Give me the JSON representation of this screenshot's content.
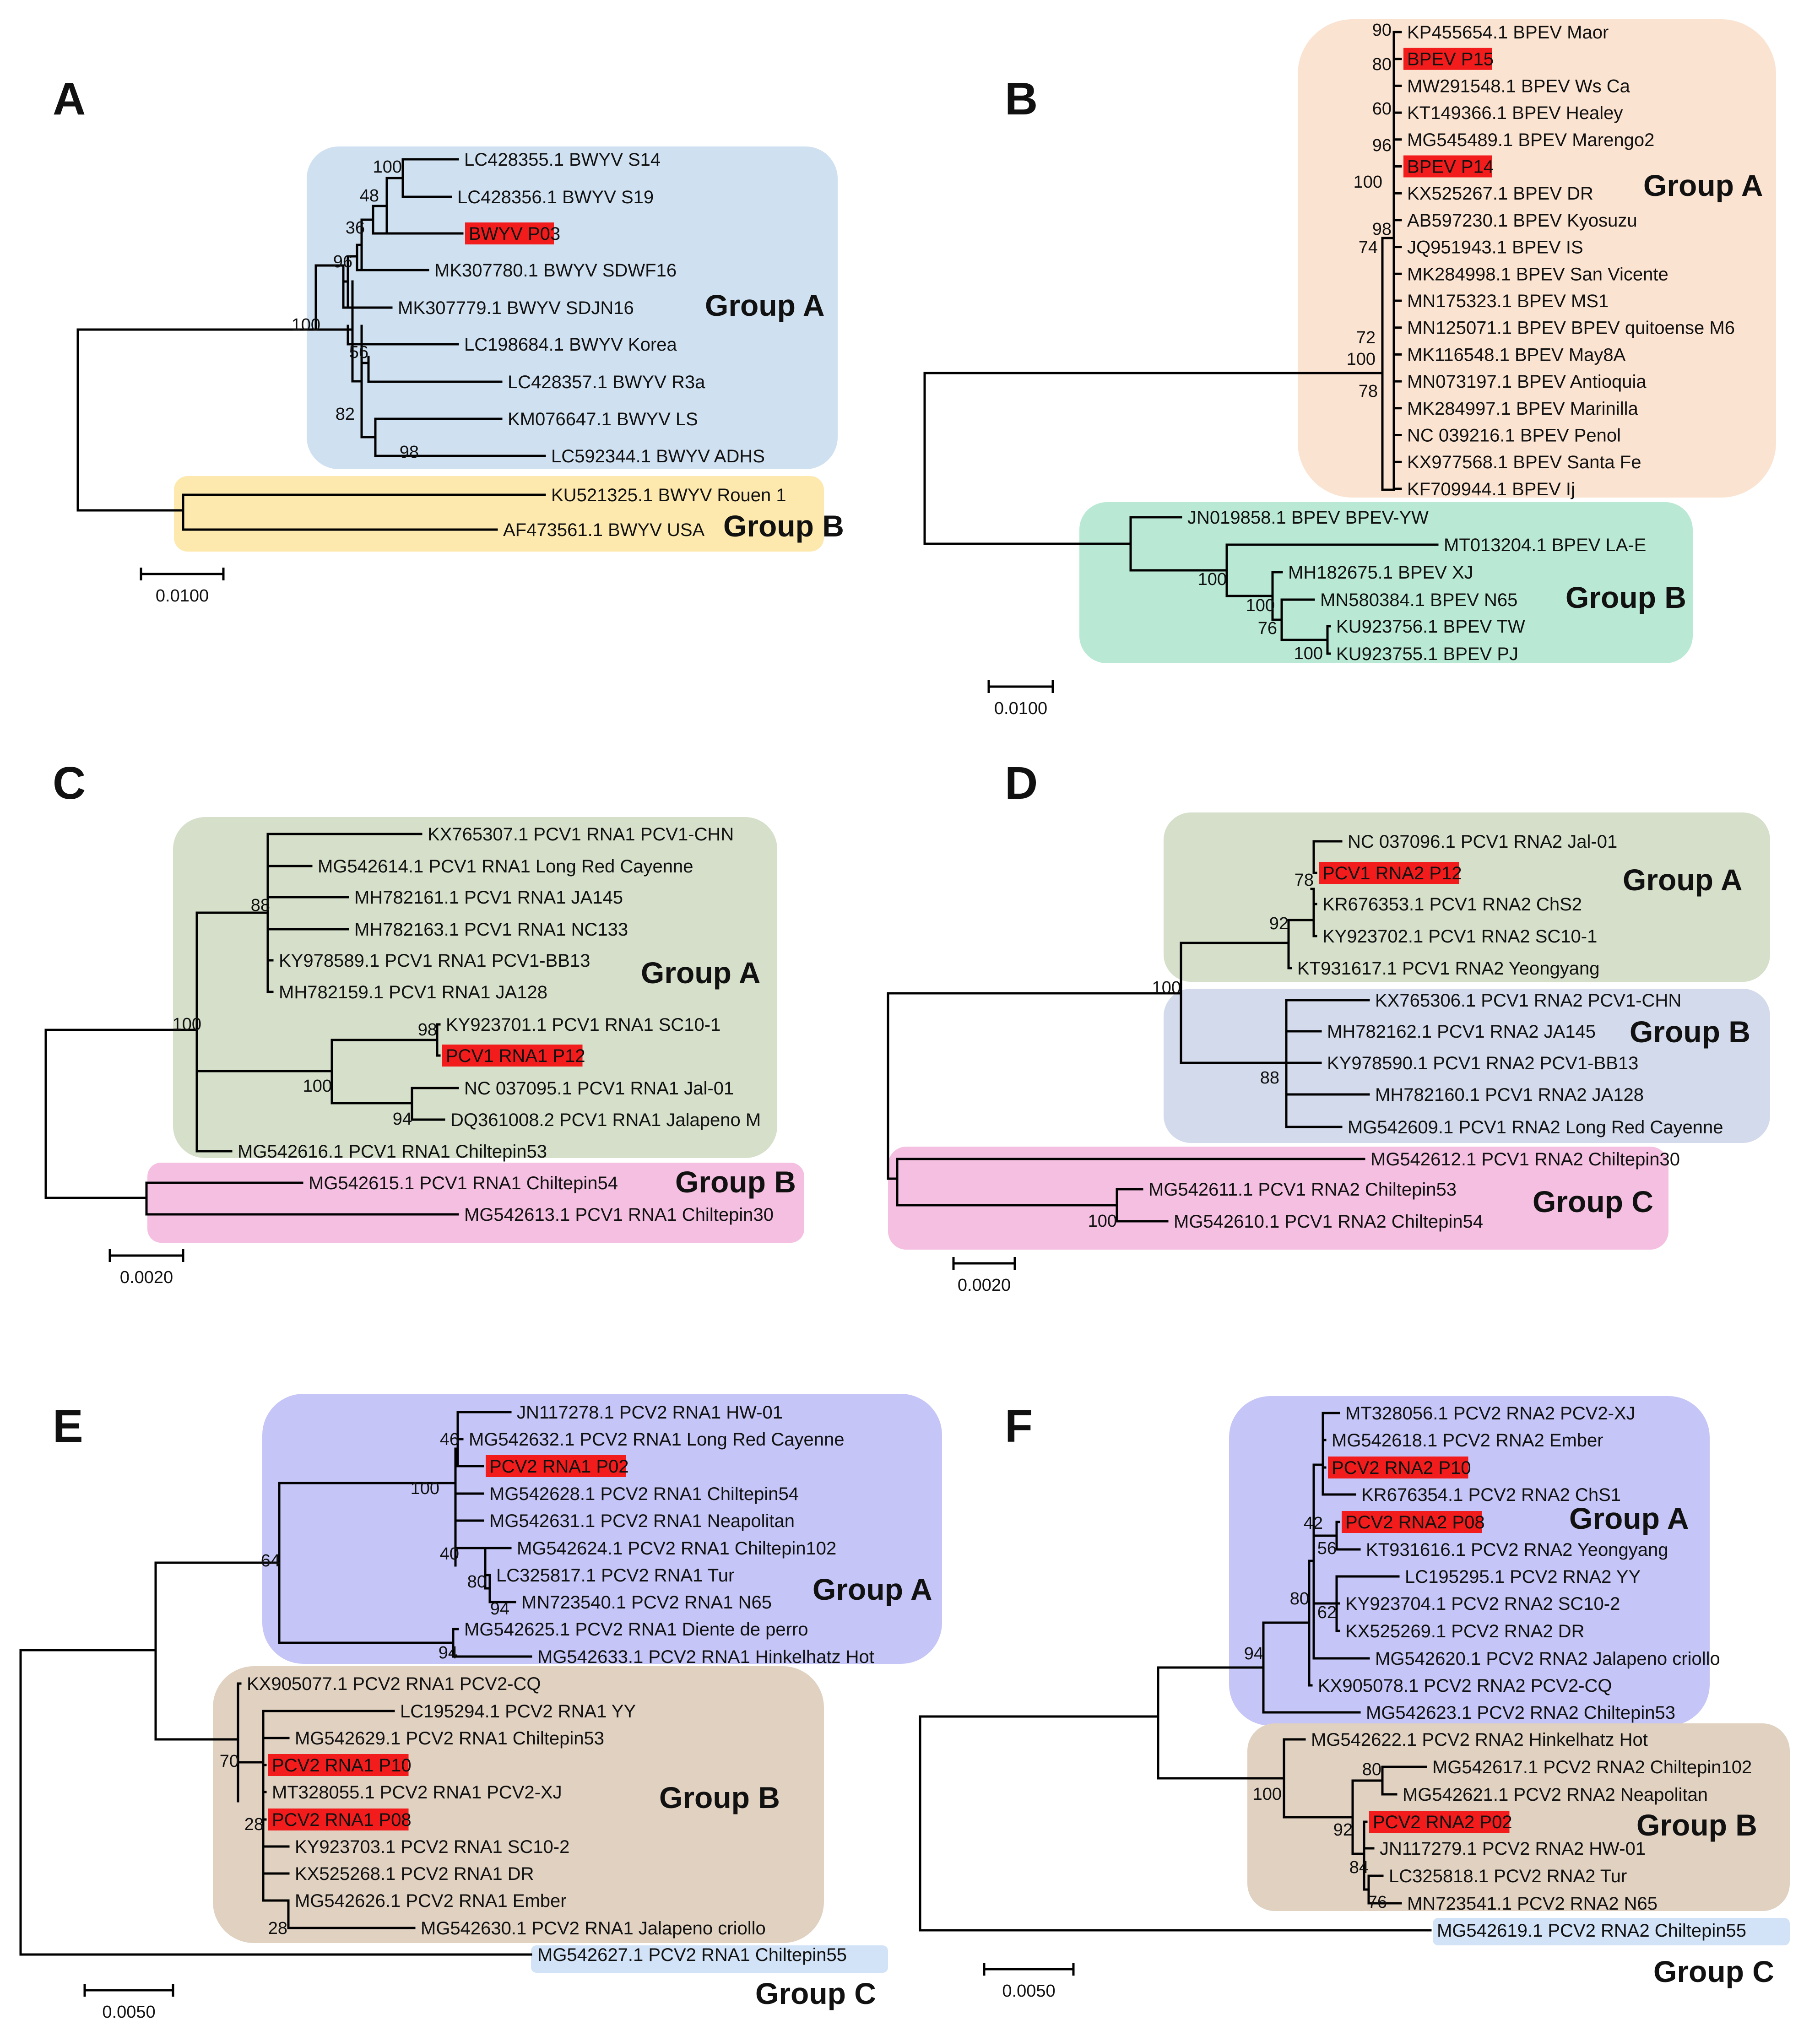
{
  "colors": {
    "blue": "#cfe0f1",
    "yellow": "#fde9ae",
    "peach": "#fbe3d1",
    "mint": "#b9e9d5",
    "sage": "#d5dfc9",
    "pink": "#f4bfe0",
    "lavender": "#d3daeb",
    "violet": "#c5c5f7",
    "tan": "#e0d1c1",
    "lightblue": "#d2e3f7",
    "highlight": "#f21c1c"
  },
  "panels": [
    {
      "id": "A",
      "scale": "0.0100",
      "groups": [
        {
          "name": "Group A",
          "color": "blue"
        },
        {
          "name": "Group B",
          "color": "yellow"
        }
      ],
      "leaves": [
        {
          "label": "LC428355.1 BWYV S14"
        },
        {
          "label": "LC428356.1 BWYV S19"
        },
        {
          "label": "BWYV P03",
          "hl": true
        },
        {
          "label": "MK307780.1 BWYV SDWF16"
        },
        {
          "label": "MK307779.1 BWYV SDJN16"
        },
        {
          "label": "LC198684.1 BWYV Korea"
        },
        {
          "label": "LC428357.1 BWYV R3a"
        },
        {
          "label": "KM076647.1 BWYV LS"
        },
        {
          "label": "LC592344.1 BWYV ADHS"
        },
        {
          "label": "KU521325.1 BWYV Rouen 1"
        },
        {
          "label": "AF473561.1 BWYV USA"
        }
      ],
      "bootstrap": [
        "100",
        "48",
        "36",
        "96",
        "100",
        "56",
        "82",
        "98"
      ]
    },
    {
      "id": "B",
      "scale": "0.0100",
      "groups": [
        {
          "name": "Group A",
          "color": "peach"
        },
        {
          "name": "Group B",
          "color": "mint"
        }
      ],
      "leaves": [
        {
          "label": "KP455654.1 BPEV Maor"
        },
        {
          "label": "BPEV P15",
          "hl": true
        },
        {
          "label": "MW291548.1 BPEV Ws Ca"
        },
        {
          "label": "KT149366.1 BPEV Healey"
        },
        {
          "label": "MG545489.1 BPEV Marengo2"
        },
        {
          "label": "BPEV P14",
          "hl": true
        },
        {
          "label": "KX525267.1 BPEV DR"
        },
        {
          "label": "AB597230.1 BPEV Kyosuzu"
        },
        {
          "label": "JQ951943.1 BPEV IS"
        },
        {
          "label": "MK284998.1 BPEV San Vicente"
        },
        {
          "label": "MN175323.1 BPEV MS1"
        },
        {
          "label": "MN125071.1 BPEV BPEV quitoense M6"
        },
        {
          "label": "MK116548.1 BPEV May8A"
        },
        {
          "label": "MN073197.1 BPEV Antioquia"
        },
        {
          "label": "MK284997.1 BPEV Marinilla"
        },
        {
          "label": "NC 039216.1 BPEV Penol"
        },
        {
          "label": "KX977568.1 BPEV Santa Fe"
        },
        {
          "label": "KF709944.1 BPEV Ij"
        },
        {
          "label": "JN019858.1 BPEV BPEV-YW"
        },
        {
          "label": "MT013204.1 BPEV LA-E"
        },
        {
          "label": "MH182675.1 BPEV XJ"
        },
        {
          "label": "MN580384.1 BPEV N65"
        },
        {
          "label": "KU923756.1 BPEV TW"
        },
        {
          "label": "KU923755.1 BPEV PJ"
        }
      ],
      "bootstrap": [
        "90",
        "80",
        "60",
        "96",
        "100",
        "98",
        "74",
        "72",
        "100",
        "78",
        "100",
        "100",
        "76",
        "100"
      ]
    },
    {
      "id": "C",
      "scale": "0.0020",
      "groups": [
        {
          "name": "Group A",
          "color": "sage"
        },
        {
          "name": "Group B",
          "color": "pink"
        }
      ],
      "leaves": [
        {
          "label": "KX765307.1 PCV1 RNA1 PCV1-CHN"
        },
        {
          "label": "MG542614.1 PCV1 RNA1 Long Red Cayenne"
        },
        {
          "label": "MH782161.1 PCV1 RNA1 JA145"
        },
        {
          "label": "MH782163.1 PCV1 RNA1 NC133"
        },
        {
          "label": "KY978589.1 PCV1 RNA1 PCV1-BB13"
        },
        {
          "label": "MH782159.1 PCV1 RNA1 JA128"
        },
        {
          "label": "KY923701.1 PCV1 RNA1 SC10-1"
        },
        {
          "label": "PCV1 RNA1 P12",
          "hl": true
        },
        {
          "label": "NC 037095.1 PCV1 RNA1 Jal-01"
        },
        {
          "label": "DQ361008.2 PCV1 RNA1 Jalapeno M"
        },
        {
          "label": "MG542616.1 PCV1 RNA1 Chiltepin53"
        },
        {
          "label": "MG542615.1 PCV1 RNA1 Chiltepin54"
        },
        {
          "label": "MG542613.1 PCV1 RNA1 Chiltepin30"
        }
      ],
      "bootstrap": [
        "88",
        "100",
        "98",
        "100",
        "94"
      ]
    },
    {
      "id": "D",
      "scale": "0.0020",
      "groups": [
        {
          "name": "Group A",
          "color": "sage"
        },
        {
          "name": "Group B",
          "color": "lavender"
        },
        {
          "name": "Group C",
          "color": "pink"
        }
      ],
      "leaves": [
        {
          "label": "NC 037096.1 PCV1 RNA2 Jal-01"
        },
        {
          "label": "PCV1 RNA2 P12",
          "hl": true
        },
        {
          "label": "KR676353.1 PCV1 RNA2 ChS2"
        },
        {
          "label": "KY923702.1 PCV1 RNA2 SC10-1"
        },
        {
          "label": "KT931617.1 PCV1 RNA2 Yeongyang"
        },
        {
          "label": "KX765306.1 PCV1 RNA2 PCV1-CHN"
        },
        {
          "label": "MH782162.1 PCV1 RNA2 JA145"
        },
        {
          "label": "KY978590.1 PCV1 RNA2 PCV1-BB13"
        },
        {
          "label": "MH782160.1 PCV1 RNA2 JA128"
        },
        {
          "label": "MG542609.1 PCV1 RNA2 Long Red Cayenne"
        },
        {
          "label": "MG542612.1 PCV1 RNA2 Chiltepin30"
        },
        {
          "label": "MG542611.1 PCV1 RNA2 Chiltepin53"
        },
        {
          "label": "MG542610.1 PCV1 RNA2 Chiltepin54"
        }
      ],
      "bootstrap": [
        "78",
        "92",
        "100",
        "88",
        "100"
      ]
    },
    {
      "id": "E",
      "scale": "0.0050",
      "groups": [
        {
          "name": "Group A",
          "color": "violet"
        },
        {
          "name": "Group B",
          "color": "tan"
        },
        {
          "name": "Group C",
          "color": "lightblue"
        }
      ],
      "leaves": [
        {
          "label": "JN117278.1 PCV2 RNA1 HW-01"
        },
        {
          "label": "MG542632.1 PCV2 RNA1 Long Red Cayenne"
        },
        {
          "label": "PCV2 RNA1 P02",
          "hl": true
        },
        {
          "label": "MG542628.1 PCV2 RNA1 Chiltepin54"
        },
        {
          "label": "MG542631.1 PCV2 RNA1 Neapolitan"
        },
        {
          "label": "MG542624.1 PCV2 RNA1 Chiltepin102"
        },
        {
          "label": "LC325817.1 PCV2 RNA1 Tur"
        },
        {
          "label": "MN723540.1 PCV2 RNA1 N65"
        },
        {
          "label": "MG542625.1 PCV2 RNA1 Diente de perro"
        },
        {
          "label": "MG542633.1 PCV2 RNA1 Hinkelhatz Hot"
        },
        {
          "label": "KX905077.1 PCV2 RNA1 PCV2-CQ"
        },
        {
          "label": "LC195294.1 PCV2 RNA1 YY"
        },
        {
          "label": "MG542629.1 PCV2 RNA1 Chiltepin53"
        },
        {
          "label": "PCV2 RNA1 P10",
          "hl": true
        },
        {
          "label": "MT328055.1 PCV2 RNA1 PCV2-XJ"
        },
        {
          "label": "PCV2 RNA1 P08",
          "hl": true
        },
        {
          "label": "KY923703.1 PCV2 RNA1 SC10-2"
        },
        {
          "label": "KX525268.1 PCV2 RNA1 DR"
        },
        {
          "label": "MG542626.1 PCV2 RNA1 Ember"
        },
        {
          "label": "MG542630.1 PCV2 RNA1 Jalapeno criollo"
        },
        {
          "label": "MG542627.1 PCV2 RNA1 Chiltepin55"
        }
      ],
      "bootstrap": [
        "46",
        "100",
        "64",
        "40",
        "80",
        "94",
        "94",
        "70",
        "28",
        "28"
      ]
    },
    {
      "id": "F",
      "scale": "0.0050",
      "groups": [
        {
          "name": "Group A",
          "color": "violet"
        },
        {
          "name": "Group B",
          "color": "tan"
        },
        {
          "name": "Group C",
          "color": "lightblue"
        }
      ],
      "leaves": [
        {
          "label": "MT328056.1 PCV2 RNA2 PCV2-XJ"
        },
        {
          "label": "MG542618.1 PCV2 RNA2 Ember"
        },
        {
          "label": "PCV2 RNA2 P10",
          "hl": true
        },
        {
          "label": "KR676354.1 PCV2 RNA2 ChS1"
        },
        {
          "label": "PCV2 RNA2 P08",
          "hl": true
        },
        {
          "label": "KT931616.1 PCV2 RNA2 Yeongyang"
        },
        {
          "label": "LC195295.1 PCV2 RNA2 YY"
        },
        {
          "label": "KY923704.1 PCV2 RNA2 SC10-2"
        },
        {
          "label": "KX525269.1 PCV2 RNA2 DR"
        },
        {
          "label": "MG542620.1 PCV2 RNA2 Jalapeno criollo"
        },
        {
          "label": "KX905078.1 PCV2 RNA2 PCV2-CQ"
        },
        {
          "label": "MG542623.1 PCV2 RNA2 Chiltepin53"
        },
        {
          "label": "MG542622.1 PCV2 RNA2 Hinkelhatz Hot"
        },
        {
          "label": "MG542617.1 PCV2 RNA2 Chiltepin102"
        },
        {
          "label": "MG542621.1 PCV2 RNA2 Neapolitan"
        },
        {
          "label": "PCV2 RNA2 P02",
          "hl": true
        },
        {
          "label": "JN117279.1 PCV2 RNA2 HW-01"
        },
        {
          "label": "LC325818.1 PCV2 RNA2 Tur"
        },
        {
          "label": "MN723541.1 PCV2 RNA2 N65"
        },
        {
          "label": "MG542619.1 PCV2 RNA2 Chiltepin55"
        }
      ],
      "bootstrap": [
        "42",
        "56",
        "80",
        "62",
        "94",
        "80",
        "100",
        "92",
        "84",
        "76"
      ]
    }
  ]
}
